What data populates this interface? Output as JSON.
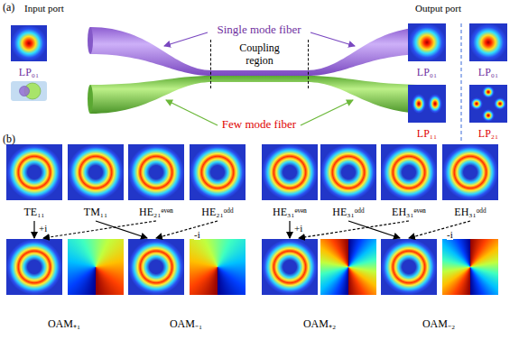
{
  "diagram": {
    "nodes": [
      {
        "text": [
          "LP₀₁"
        ]
      },
      {
        "text": [
          "Coupling region"
        ]
      },
      {
        "text": [
          "LP₀₁"
        ]
      },
      {
        "text": [
          "LP₀₁"
        ]
      },
      {
        "text": [
          "LP₁₁"
        ]
      },
      {
        "text": [
          "LP₂₁"
        ]
      },
      {
        "text": [
          "TE₁₁"
        ]
      },
      {
        "text": [
          "TM₁₁"
        ]
      },
      {
        "text": [
          "HE₂₁ᵉᵛᵉⁿ"
        ]
      },
      {
        "text": [
          "HE₂₁ᵒᵈᵈ"
        ]
      },
      {
        "text": [
          "HE₃₁ᵉᵛᵉⁿ"
        ]
      },
      {
        "text": [
          "HE₃₁ᵒᵈᵈ"
        ]
      },
      {
        "text": [
          "EH₃₁ᵉᵛᵉⁿ"
        ]
      },
      {
        "text": [
          "EH₃₁ᵒᵈᵈ"
        ]
      },
      {
        "text": [
          "OAM₊₁"
        ]
      },
      {
        "text": [
          "OAM₋₁"
        ]
      },
      {
        "text": [
          "OAM₊₂"
        ]
      },
      {
        "text": [
          "OAM₋₂"
        ]
      }
    ],
    "edges": [
      {
        "from": 6,
        "to": 14,
        "label": "+i",
        "arrow": "to"
      },
      {
        "from": 7,
        "to": 15,
        "arrow": "to"
      },
      {
        "from": 8,
        "to": 14,
        "arrow": "to"
      },
      {
        "from": 9,
        "to": 15,
        "label": "-i",
        "arrow": "to"
      },
      {
        "from": 10,
        "to": 16,
        "label": "+i",
        "arrow": "to"
      },
      {
        "from": 11,
        "to": 17,
        "arrow": "to"
      },
      {
        "from": 12,
        "to": 16,
        "arrow": "to"
      },
      {
        "from": 13,
        "to": 17,
        "label": "-i",
        "arrow": "to"
      }
    ],
    "labels": [
      "(a)",
      "Input port",
      "Output port",
      "Single mode fiber",
      "Few mode fiber",
      "(b)"
    ]
  }
}
